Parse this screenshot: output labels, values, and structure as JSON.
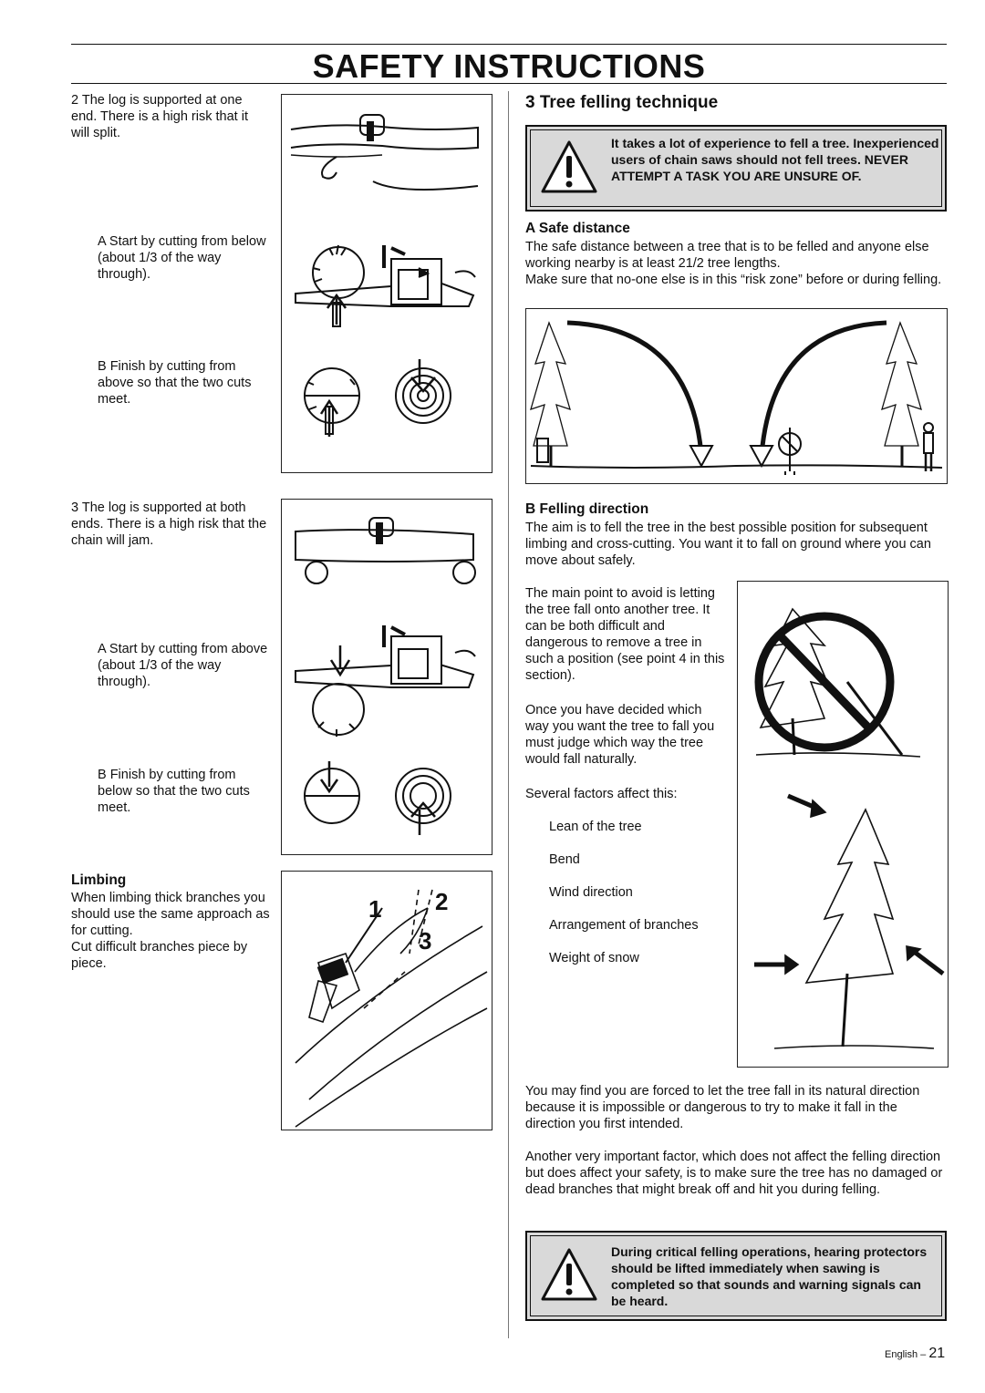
{
  "header": {
    "title": "SAFETY INSTRUCTIONS"
  },
  "left": {
    "case2": {
      "intro": "2 The log is supported at one end. There is a high risk that it will split.",
      "step_a": "A  Start by cutting from below (about 1/3 of the way through).",
      "step_b": "B  Finish by cutting from above so that the two cuts meet."
    },
    "case3": {
      "intro": "3 The log is supported at both ends. There is a high risk that the chain will jam.",
      "step_a": "A  Start by cutting from above (about 1/3 of the way through).",
      "step_b": "B  Finish by cutting from below so that the two cuts meet."
    },
    "limbing": {
      "heading": "Limbing",
      "text1": "When limbing thick branches you should use the same approach as for cutting.",
      "text2": "Cut difficult branches piece by piece.",
      "labels": [
        "1",
        "2",
        "3"
      ]
    }
  },
  "right": {
    "section_title": "3   Tree felling technique",
    "warning1": "It takes a lot of experience to fell a tree. Inexperienced users of chain saws should not fell trees. NEVER ATTEMPT A TASK YOU ARE UNSURE OF.",
    "safe_distance": {
      "heading": "A   Safe distance",
      "text1": "The safe distance between a tree that is to be felled and anyone else working nearby is at least 21/2 tree lengths.",
      "text2": "Make sure that no-one else is in this “risk zone” before or during felling."
    },
    "felling_direction": {
      "heading": "B   Felling direction",
      "text1": "The aim is to fell the tree in the best possible position for subsequent limbing and cross-cutting. You want it to fall on ground where you can move about safely.",
      "text2": "The main point to avoid is letting the tree fall onto another tree. It can be both difficult and dangerous to remove a tree in such a position (see point 4 in this section).",
      "text3": "Once you have decided which way you want the tree to fall you must judge which way the tree would fall naturally.",
      "factors_intro": "Several factors affect this:",
      "factors": [
        "Lean of the tree",
        "Bend",
        "Wind direction",
        "Arrangement of branches",
        "Weight of snow"
      ],
      "text4": "You may find you are forced to let the tree fall in its natural direction because it is impossible or dangerous to try to make it fall in the direction you first intended.",
      "text5": "Another very important factor, which does not affect the felling direction but does affect your safety, is to make sure the tree has no damaged or dead branches that might break off and hit you during felling."
    },
    "warning2": "During critical felling operations, hearing protectors should be lifted immediately when sawing is completed so that sounds and warning signals can be heard."
  },
  "footer": {
    "language": "English – ",
    "page": "21"
  }
}
